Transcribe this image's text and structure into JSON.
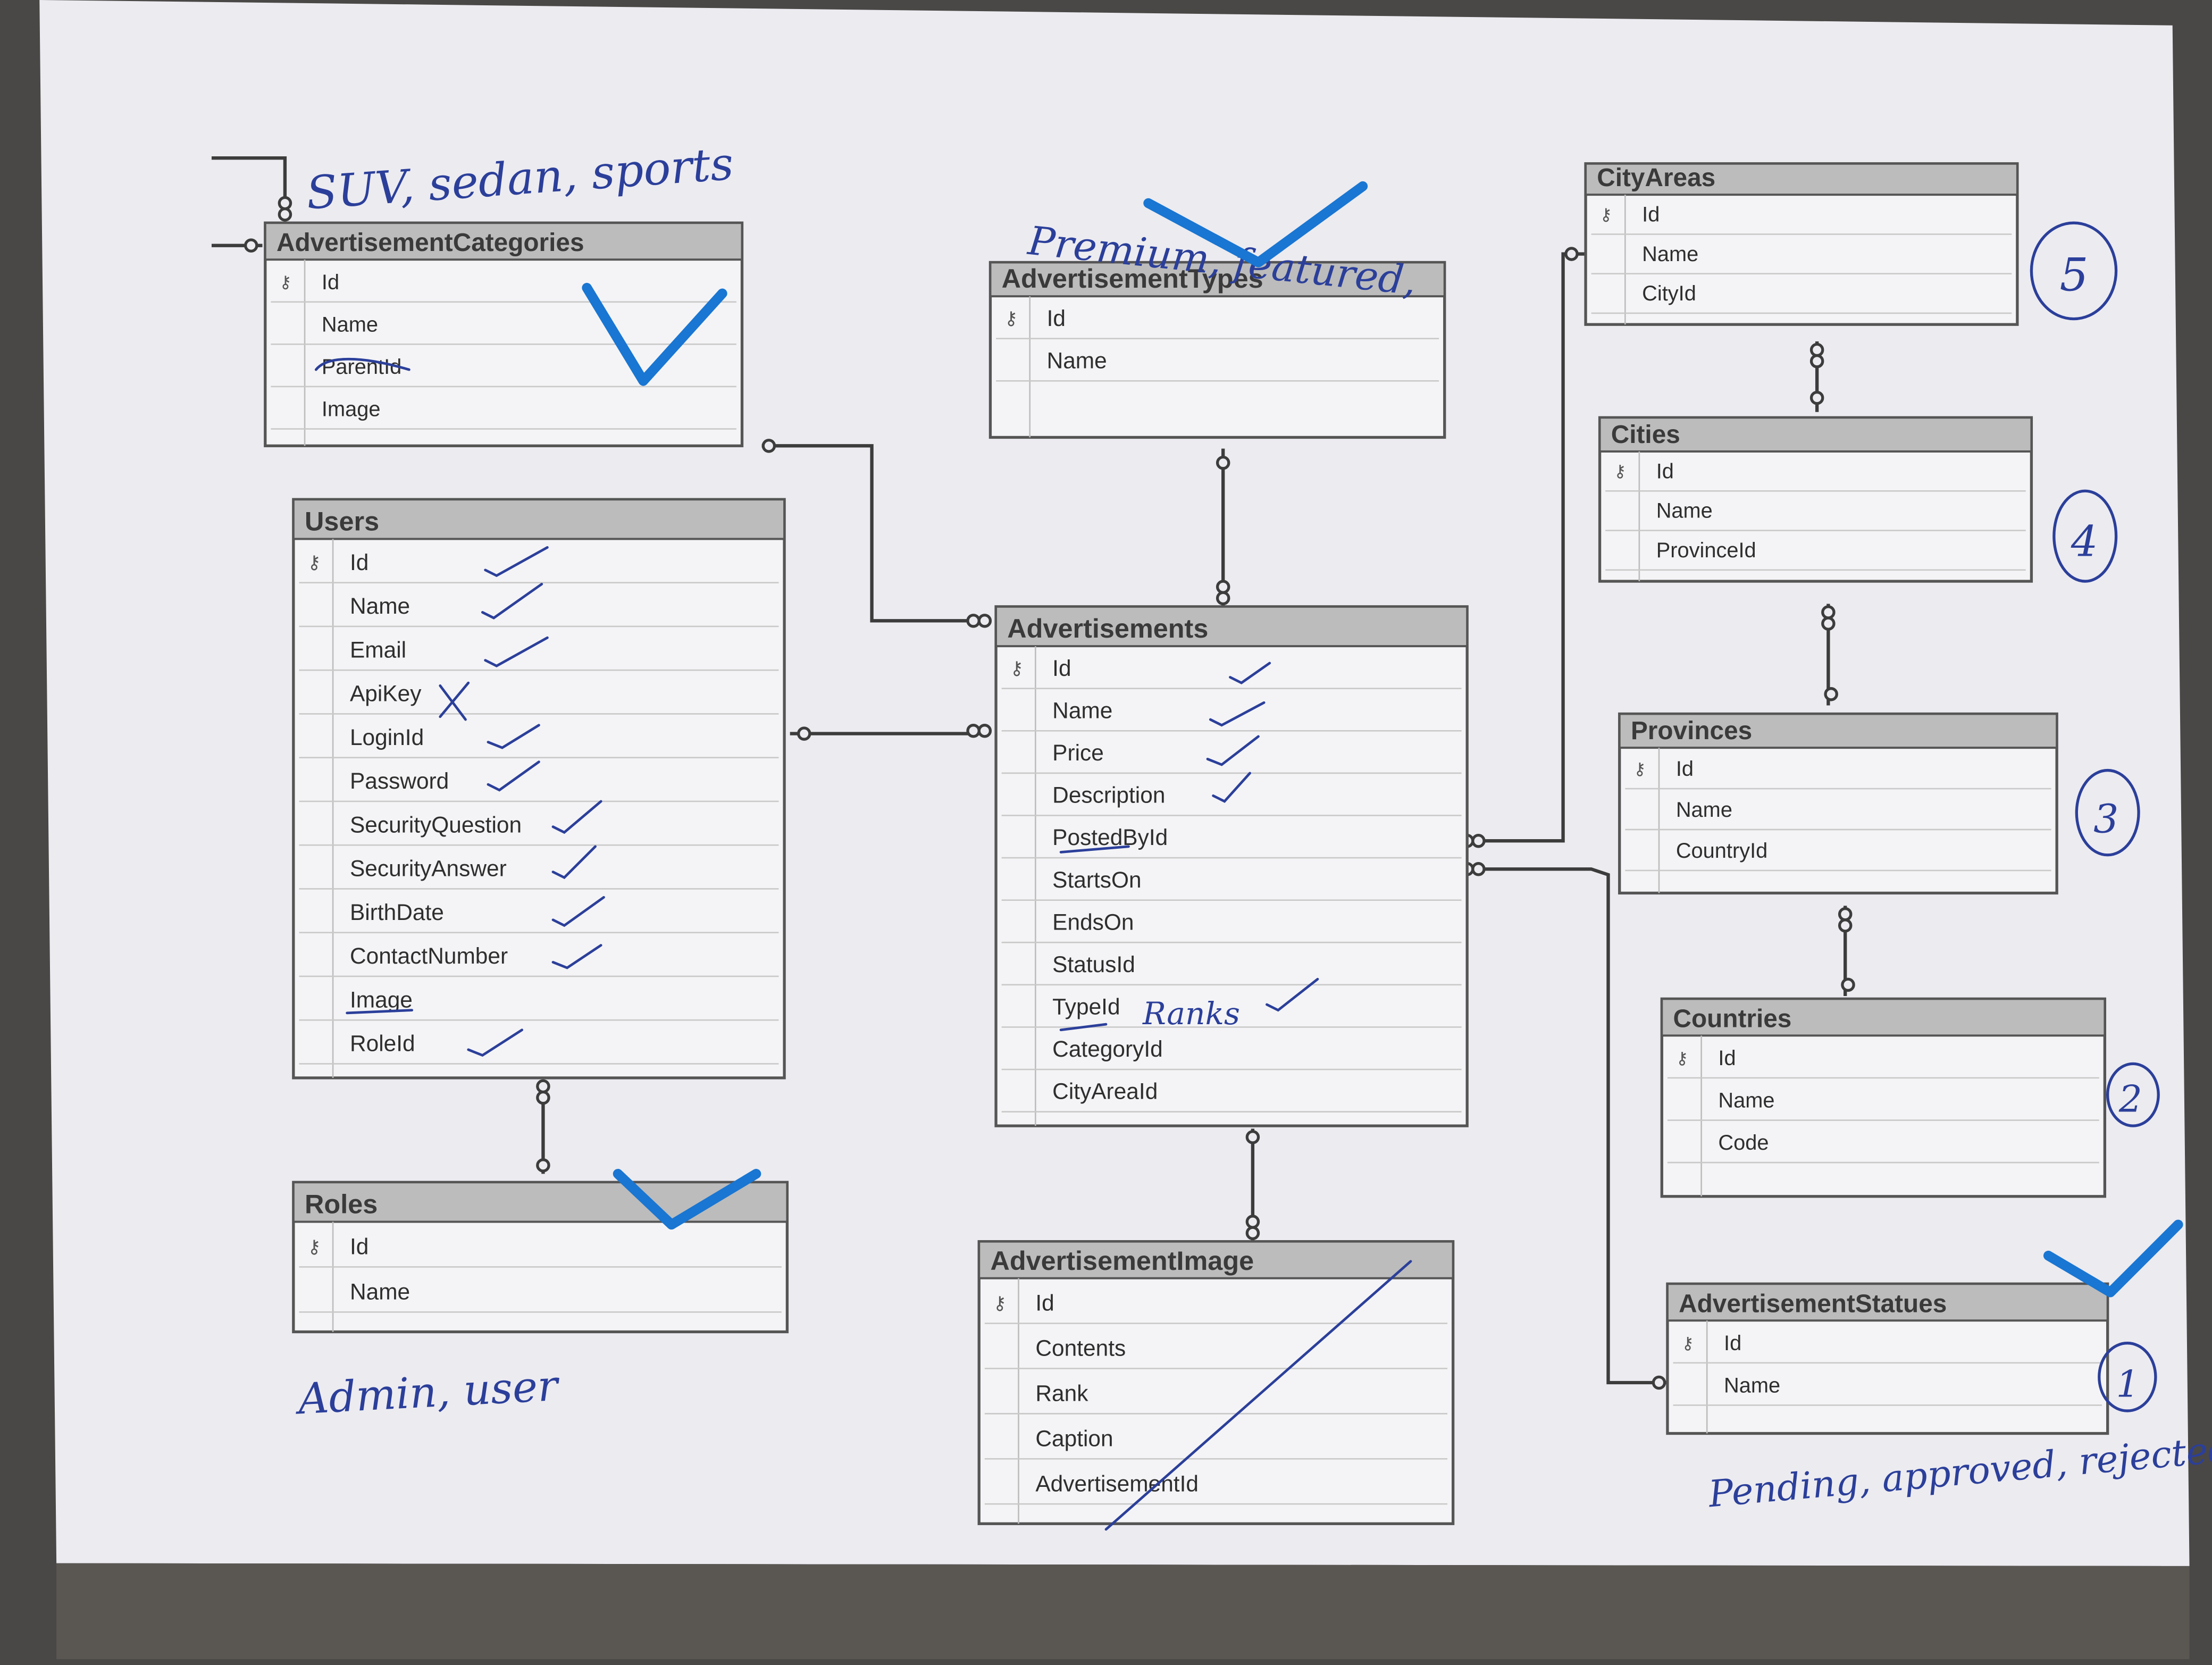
{
  "tables": {
    "advertisement_categories": {
      "title": "AdvertisementCategories",
      "columns": [
        "Id",
        "Name",
        "ParentId",
        "Image"
      ]
    },
    "users": {
      "title": "Users",
      "columns": [
        "Id",
        "Name",
        "Email",
        "ApiKey",
        "LoginId",
        "Password",
        "SecurityQuestion",
        "SecurityAnswer",
        "BirthDate",
        "ContactNumber",
        "Image",
        "RoleId"
      ]
    },
    "roles": {
      "title": "Roles",
      "columns": [
        "Id",
        "Name"
      ]
    },
    "advertisement_types": {
      "title": "AdvertisementTypes",
      "columns": [
        "Id",
        "Name"
      ]
    },
    "advertisements": {
      "title": "Advertisements",
      "columns": [
        "Id",
        "Name",
        "Price",
        "Description",
        "PostedById",
        "StartsOn",
        "EndsOn",
        "StatusId",
        "TypeId",
        "CategoryId",
        "CityAreaId"
      ]
    },
    "advertisement_image": {
      "title": "AdvertisementImage",
      "columns": [
        "Id",
        "Contents",
        "Rank",
        "Caption",
        "AdvertisementId"
      ]
    },
    "city_areas": {
      "title": "CityAreas",
      "columns": [
        "Id",
        "Name",
        "CityId"
      ]
    },
    "cities": {
      "title": "Cities",
      "columns": [
        "Id",
        "Name",
        "ProvinceId"
      ]
    },
    "provinces": {
      "title": "Provinces",
      "columns": [
        "Id",
        "Name",
        "CountryId"
      ]
    },
    "countries": {
      "title": "Countries",
      "columns": [
        "Id",
        "Name",
        "Code"
      ]
    },
    "advertisement_statues": {
      "title": "AdvertisementStatues",
      "columns": [
        "Id",
        "Name"
      ]
    }
  },
  "handwriting": {
    "category_examples": "SUV, sedan, sports",
    "type_examples": "Premium, featured,",
    "role_examples": "Admin, user",
    "status_examples": "Pending, approved, rejected",
    "type_rank_note": "Ranks",
    "order_5": "5",
    "order_4": "4",
    "order_3": "3",
    "order_2": "2",
    "order_1": "1"
  },
  "colors": {
    "paper": "#ededf1",
    "table_header": "#bdbdbd",
    "pen_blue": "#2b3f9a",
    "marker_blue": "#1976d2"
  }
}
